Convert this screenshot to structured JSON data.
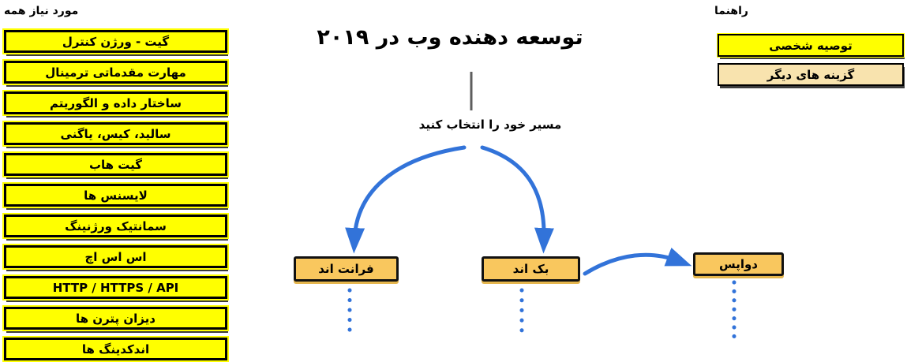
{
  "diagram_title": "توسعه دهنده وب در ۲۰۱۹",
  "left_panel": {
    "header": "مورد نیاز همه",
    "items": [
      "گیت - ورژن کنترل",
      "مهارت مقدماتی ترمینال",
      "ساختار داده و الگوریتم",
      "سالید، کیس، یاگنی",
      "گیت هاب",
      "لایسنس ها",
      "سمانتیک ورژنینگ",
      "اس اس اچ",
      "HTTP / HTTPS / API",
      "دیزان پترن ها",
      "اندکدینگ ها"
    ]
  },
  "center": {
    "prompt": "مسیر خود را انتخاب کنید",
    "paths": {
      "frontend": "فرانت اند",
      "backend": "بک اند",
      "devops": "دواپس"
    }
  },
  "legend": {
    "header": "راهنما",
    "recommended": "توصیه شخصی",
    "other_options": "گزینه های دیگر"
  },
  "colors": {
    "required_box": "#ffff00",
    "path_node": "#f9c75e",
    "other_option_box": "#f8e3ae",
    "arrow_blue": "#3273d9",
    "border_black": "#000000"
  }
}
